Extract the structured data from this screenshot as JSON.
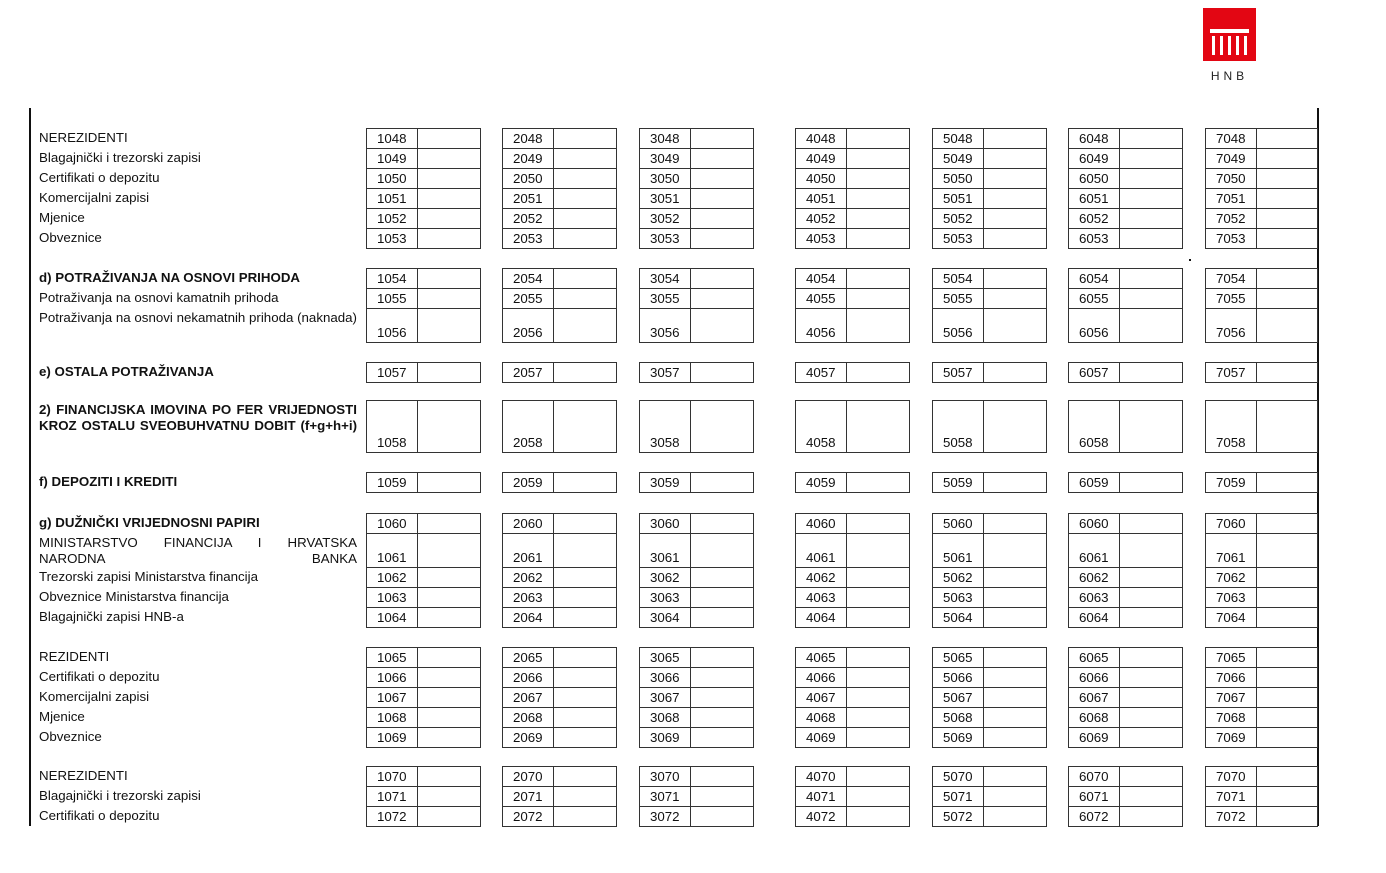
{
  "logo": {
    "text": "HNB",
    "color": "#e30613"
  },
  "rows": [
    {
      "label": "NEREZIDENTI",
      "codes": [
        "1048",
        "2048",
        "3048",
        "4048",
        "5048",
        "6048",
        "7048"
      ]
    },
    {
      "label": "Blagajnički i trezorski zapisi",
      "codes": [
        "1049",
        "2049",
        "3049",
        "4049",
        "5049",
        "6049",
        "7049"
      ]
    },
    {
      "label": "Certifikati o depozitu",
      "codes": [
        "1050",
        "2050",
        "3050",
        "4050",
        "5050",
        "6050",
        "7050"
      ]
    },
    {
      "label": "Komercijalni zapisi",
      "codes": [
        "1051",
        "2051",
        "3051",
        "4051",
        "5051",
        "6051",
        "7051"
      ]
    },
    {
      "label": "Mjenice",
      "codes": [
        "1052",
        "2052",
        "3052",
        "4052",
        "5052",
        "6052",
        "7052"
      ]
    },
    {
      "label": "Obveznice",
      "codes": [
        "1053",
        "2053",
        "3053",
        "4053",
        "5053",
        "6053",
        "7053"
      ]
    },
    {
      "label": "d) POTRAŽIVANJA NA OSNOVI PRIHODA",
      "type": "heading",
      "codes": [
        "1054",
        "2054",
        "3054",
        "4054",
        "5054",
        "6054",
        "7054"
      ]
    },
    {
      "label": "Potraživanja na osnovi kamatnih prihoda",
      "codes": [
        "1055",
        "2055",
        "3055",
        "4055",
        "5055",
        "6055",
        "7055"
      ]
    },
    {
      "label": "Potraživanja na osnovi nekamatnih prihoda (naknada)",
      "codes": [
        "1056",
        "2056",
        "3056",
        "4056",
        "5056",
        "6056",
        "7056"
      ]
    },
    {
      "label": "e) OSTALA POTRAŽIVANJA",
      "type": "heading",
      "codes": [
        "1057",
        "2057",
        "3057",
        "4057",
        "5057",
        "6057",
        "7057"
      ]
    },
    {
      "label": "2) FINANCIJSKA IMOVINA PO FER VRIJEDNOSTI KROZ OSTALU SVEOBUHVATNU DOBIT (f+g+h+i)",
      "type": "heading",
      "codes": [
        "1058",
        "2058",
        "3058",
        "4058",
        "5058",
        "6058",
        "7058"
      ]
    },
    {
      "label": "f) DEPOZITI I KREDITI",
      "type": "heading",
      "codes": [
        "1059",
        "2059",
        "3059",
        "4059",
        "5059",
        "6059",
        "7059"
      ]
    },
    {
      "label": "g) DUŽNIČKI VRIJEDNOSNI PAPIRI",
      "type": "heading",
      "codes": [
        "1060",
        "2060",
        "3060",
        "4060",
        "5060",
        "6060",
        "7060"
      ]
    },
    {
      "label": "MINISTARSTVO FINANCIJA I HRVATSKA NARODNA BANKA",
      "codes": [
        "1061",
        "2061",
        "3061",
        "4061",
        "5061",
        "6061",
        "7061"
      ]
    },
    {
      "label": "Trezorski zapisi Ministarstva financija",
      "codes": [
        "1062",
        "2062",
        "3062",
        "4062",
        "5062",
        "6062",
        "7062"
      ]
    },
    {
      "label": "Obveznice Ministarstva financija",
      "codes": [
        "1063",
        "2063",
        "3063",
        "4063",
        "5063",
        "6063",
        "7063"
      ]
    },
    {
      "label": "Blagajnički zapisi HNB-a",
      "codes": [
        "1064",
        "2064",
        "3064",
        "4064",
        "5064",
        "6064",
        "7064"
      ]
    },
    {
      "label": "REZIDENTI",
      "codes": [
        "1065",
        "2065",
        "3065",
        "4065",
        "5065",
        "6065",
        "7065"
      ]
    },
    {
      "label": "Certifikati o depozitu",
      "codes": [
        "1066",
        "2066",
        "3066",
        "4066",
        "5066",
        "6066",
        "7066"
      ]
    },
    {
      "label": "Komercijalni zapisi",
      "codes": [
        "1067",
        "2067",
        "3067",
        "4067",
        "5067",
        "6067",
        "7067"
      ]
    },
    {
      "label": "Mjenice",
      "codes": [
        "1068",
        "2068",
        "3068",
        "4068",
        "5068",
        "6068",
        "7068"
      ]
    },
    {
      "label": "Obveznice",
      "codes": [
        "1069",
        "2069",
        "3069",
        "4069",
        "5069",
        "6069",
        "7069"
      ]
    },
    {
      "label": "NEREZIDENTI",
      "codes": [
        "1070",
        "2070",
        "3070",
        "4070",
        "5070",
        "6070",
        "7070"
      ]
    },
    {
      "label": "Blagajnički i trezorski zapisi",
      "codes": [
        "1071",
        "2071",
        "3071",
        "4071",
        "5071",
        "6071",
        "7071"
      ]
    },
    {
      "label": "Certifikati o depozitu",
      "codes": [
        "1072",
        "2072",
        "3072",
        "4072",
        "5072",
        "6072",
        "7072"
      ]
    }
  ]
}
